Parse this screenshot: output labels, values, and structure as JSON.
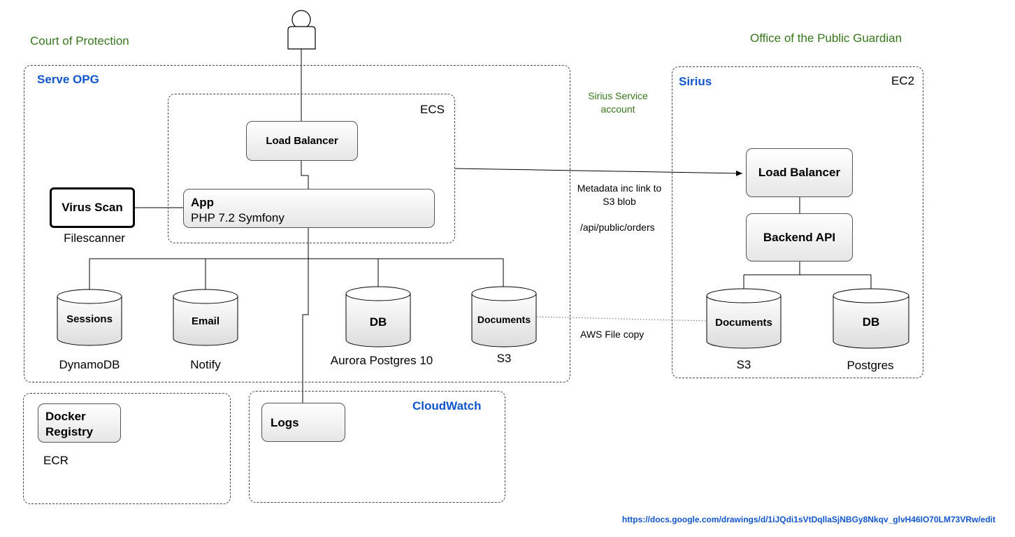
{
  "left_org": "Court of Protection",
  "right_org": "Office of the Public Guardian",
  "serve": {
    "title": "Serve OPG",
    "ecs_label": "ECS",
    "load_balancer": "Load Balancer",
    "app_title": "App",
    "app_subtitle": "PHP 7.2 Symfony",
    "virus_scan": "Virus Scan",
    "virus_scan_caption": "Filescanner",
    "stores": [
      {
        "name": "Sessions",
        "caption": "DynamoDB"
      },
      {
        "name": "Email",
        "caption": "Notify"
      },
      {
        "name": "DB",
        "caption": "Aurora Postgres 10"
      },
      {
        "name": "Documents",
        "caption": "S3"
      }
    ]
  },
  "docker": {
    "title": "Docker Registry",
    "caption": "ECR"
  },
  "cloudwatch": {
    "title": "CloudWatch",
    "logs": "Logs"
  },
  "links": {
    "service_account": "Sirius Service account",
    "metadata": "Metadata inc link to S3 blob",
    "endpoint": "/api/public/orders",
    "file_copy": "AWS File copy"
  },
  "sirius": {
    "title": "Sirius",
    "ec2_label": "EC2",
    "load_balancer": "Load Balancer",
    "backend": "Backend API",
    "stores": [
      {
        "name": "Documents",
        "caption": "S3"
      },
      {
        "name": "DB",
        "caption": "Postgres"
      }
    ]
  },
  "footer_url": "https://docs.google.com/drawings/d/1iJQdi1sVtDqllaSjNBGy8Nkqv_glvH46IO70LM73VRw/edit",
  "colors": {
    "org_green": "#38761d",
    "title_blue": "#1155cc"
  }
}
